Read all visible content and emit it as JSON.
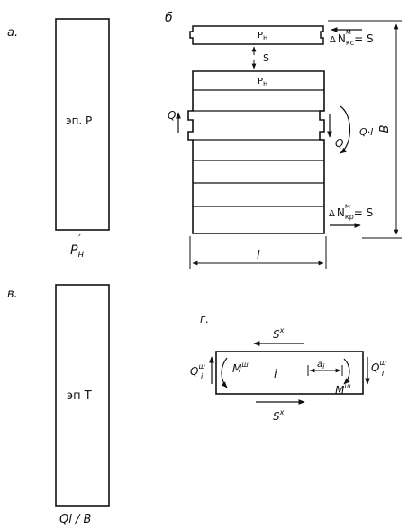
{
  "panels": {
    "a": {
      "label": "а.",
      "inner_label": "эп. P",
      "bottom_label": "P",
      "bottom_sub": "н",
      "bottom_prime": "′"
    },
    "b": {
      "label": "б",
      "p_top": "P",
      "p_top_sub": "н",
      "s_label": "S",
      "p_bottom": "P",
      "p_bottom_sub": "н",
      "q_left": "Q",
      "q_right": "Q",
      "moment": "Q·l",
      "dim_height": "В",
      "dim_width": "l",
      "n_top": {
        "delta": "Δ",
        "base": "N",
        "sup": "м",
        "sub": "кс",
        "rhs": "= S"
      },
      "n_bottom": {
        "delta": "Δ",
        "base": "N",
        "sup": "м",
        "sub": "кр",
        "rhs": "= S"
      }
    },
    "v": {
      "label": "в.",
      "inner_label": "эп T",
      "bottom_label": "Ql / B"
    },
    "g": {
      "label": "г.",
      "s_top": "S",
      "s_top_sup": "х",
      "s_bottom": "S",
      "s_bottom_sup": "х",
      "q_left": "Q",
      "q_left_sub": "i",
      "q_left_sup": "ш",
      "q_right": "Q",
      "q_right_sub": "i",
      "q_right_sup": "ш",
      "m_left": "M",
      "m_left_sup": "ш",
      "m_right": "M",
      "m_right_sup": "ш",
      "center": "i",
      "dim_a": "a",
      "dim_a_sub": "i"
    }
  }
}
